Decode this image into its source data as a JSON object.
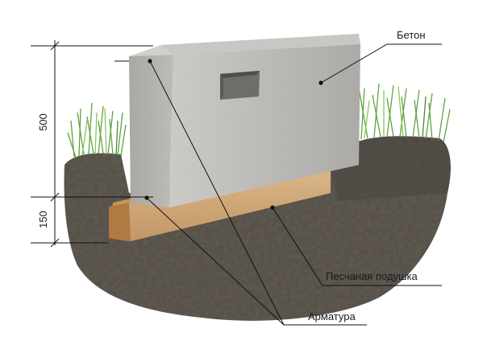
{
  "labels": {
    "concrete": "Бетон",
    "sand_cushion": "Песчаная подушка",
    "rebar": "Арматура"
  },
  "dimensions": {
    "upper": "500",
    "lower": "150"
  },
  "colors": {
    "concrete": "#b9b7b3",
    "sand": "#d8a56a",
    "soil": "#4b463f",
    "grass": "#4f9a2c",
    "leader": "#111111"
  }
}
